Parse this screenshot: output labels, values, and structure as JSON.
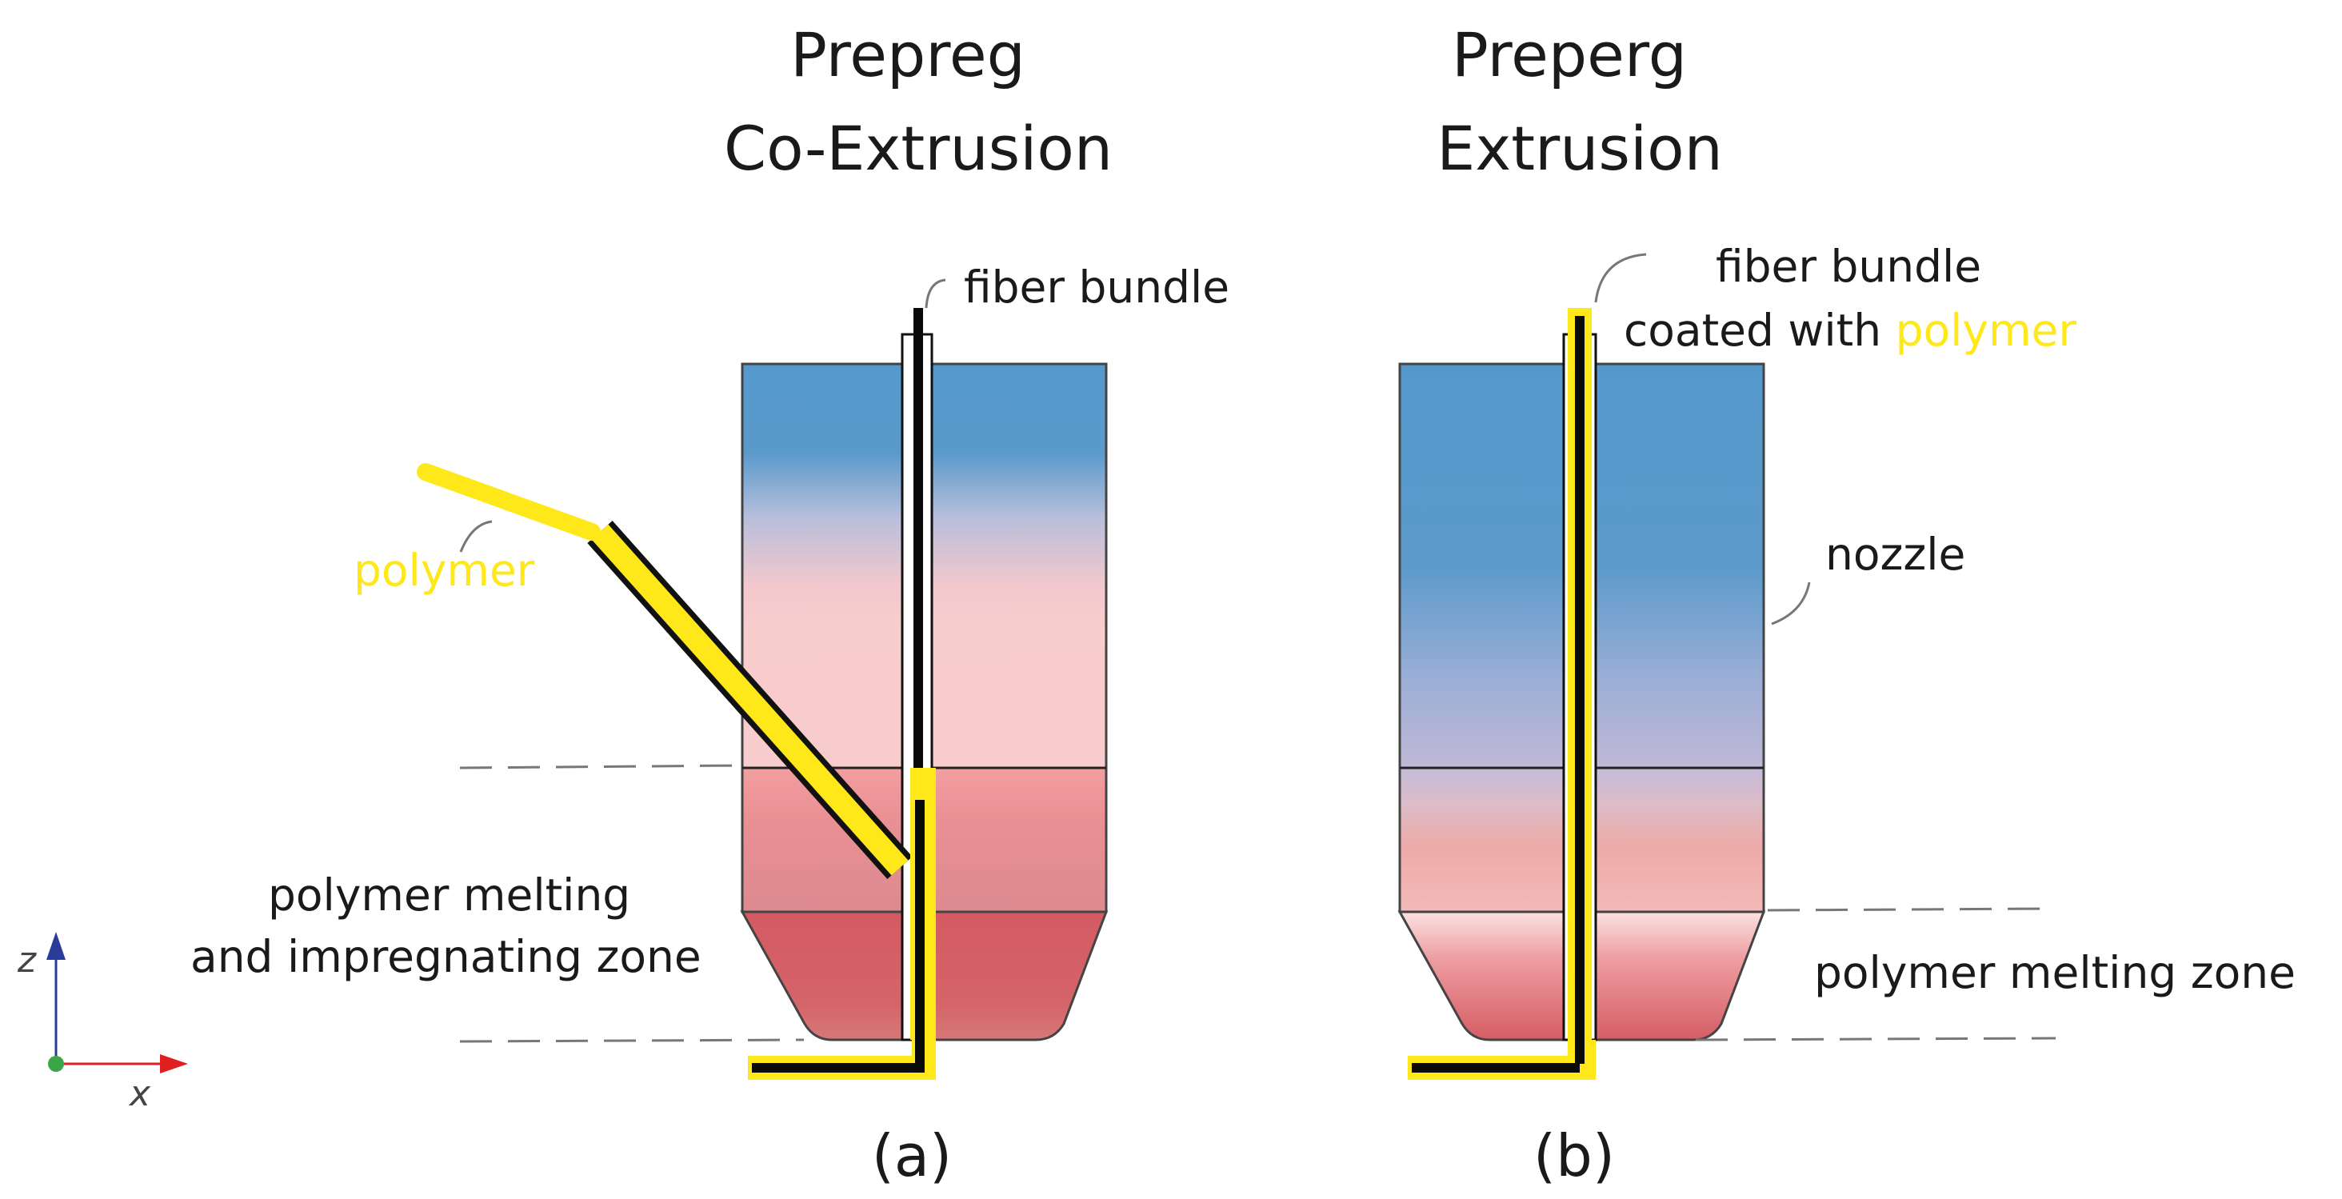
{
  "panel_a": {
    "title_line1": "Prepreg",
    "title_line2": "Co-Extrusion",
    "label_fiber": "fiber bundle",
    "label_polymer": "polymer",
    "label_zone_line1": "polymer melting",
    "label_zone_line2": "and impregnating zone",
    "caption": "(a)"
  },
  "panel_b": {
    "title_line1": "Preperg",
    "title_line2": "Extrusion",
    "label_fiber_line1": "fiber bundle",
    "label_fiber_line2_prefix": "coated with ",
    "label_fiber_line2_highlight": "polymer",
    "label_nozzle": "nozzle",
    "label_zone": "polymer melting zone",
    "caption": "(b)"
  },
  "axes": {
    "z": "z",
    "x": "x"
  },
  "colors": {
    "blue": "#5599cc",
    "pink_light": "#f8cccd",
    "red_mid": "#e08a90",
    "red_dark": "#d45a62",
    "polymer_yellow": "#ffe81a",
    "fiber_black": "#0a0a0a",
    "axis_z": "#2a3c9a",
    "axis_x": "#e02020",
    "origin": "#3aa648",
    "dashes": "#777777"
  }
}
